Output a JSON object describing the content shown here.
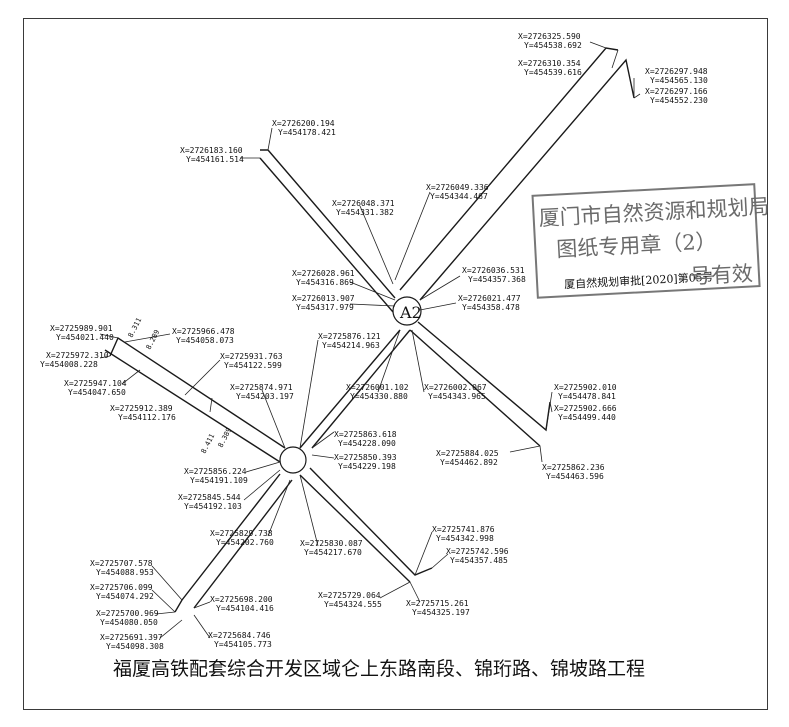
{
  "node_label": "A2",
  "caption": "福厦高铁配套综合开发区域仑上东路南段、锦珩路、锦坡路工程",
  "stamp": {
    "line1": "厦门市自然资源和规划局",
    "line2": "图纸专用章（2）",
    "line3": "号有效",
    "handwriting": "厦自然规划审批[2020]第05号"
  },
  "dimensions": [
    "8.311",
    "8.289",
    "8.411",
    "8.389"
  ],
  "points": [
    {
      "x": "X=2726325.590",
      "y": "Y=454538.692"
    },
    {
      "x": "X=2726310.354",
      "y": "Y=454539.616"
    },
    {
      "x": "X=2726297.948",
      "y": "Y=454565.130"
    },
    {
      "x": "X=2726297.166",
      "y": "Y=454552.230"
    },
    {
      "x": "X=2726200.194",
      "y": "Y=454178.421"
    },
    {
      "x": "X=2726183.160",
      "y": "Y=454161.514"
    },
    {
      "x": "X=2726049.336",
      "y": "Y=454344.467"
    },
    {
      "x": "X=2726048.371",
      "y": "Y=454331.382"
    },
    {
      "x": "X=2726036.531",
      "y": "Y=454357.368"
    },
    {
      "x": "X=2726028.961",
      "y": "Y=454316.869"
    },
    {
      "x": "X=2726021.477",
      "y": "Y=454358.478"
    },
    {
      "x": "X=2726013.907",
      "y": "Y=454317.979"
    },
    {
      "x": "X=2725989.901",
      "y": "Y=454021.440"
    },
    {
      "x": "X=2725966.478",
      "y": "Y=454058.073"
    },
    {
      "x": "X=2725972.310",
      "y": "Y=454008.228"
    },
    {
      "x": "X=2725876.121",
      "y": "Y=454214.963"
    },
    {
      "x": "X=2725931.763",
      "y": "Y=454122.599"
    },
    {
      "x": "X=2725947.104",
      "y": "Y=454047.650"
    },
    {
      "x": "X=2725874.971",
      "y": "Y=454203.197"
    },
    {
      "x": "X=2725912.389",
      "y": "Y=454112.176"
    },
    {
      "x": "X=2726001.102",
      "y": "Y=454330.880"
    },
    {
      "x": "X=2726002.067",
      "y": "Y=454343.965"
    },
    {
      "x": "X=2725902.010",
      "y": "Y=454478.841"
    },
    {
      "x": "X=2725902.666",
      "y": "Y=454499.440"
    },
    {
      "x": "X=2725863.618",
      "y": "Y=454228.090"
    },
    {
      "x": "X=2725850.393",
      "y": "Y=454229.198"
    },
    {
      "x": "X=2725884.025",
      "y": "Y=454462.892"
    },
    {
      "x": "X=2725862.236",
      "y": "Y=454463.596"
    },
    {
      "x": "X=2725856.224",
      "y": "Y=454191.109"
    },
    {
      "x": "X=2725845.544",
      "y": "Y=454192.103"
    },
    {
      "x": "X=2725829.738",
      "y": "Y=454202.760"
    },
    {
      "x": "X=2725830.087",
      "y": "Y=454217.670"
    },
    {
      "x": "X=2725741.876",
      "y": "Y=454342.998"
    },
    {
      "x": "X=2725742.596",
      "y": "Y=454357.485"
    },
    {
      "x": "X=2725707.578",
      "y": "Y=454088.953"
    },
    {
      "x": "X=2725706.099",
      "y": "Y=454074.292"
    },
    {
      "x": "X=2725698.200",
      "y": "Y=454104.416"
    },
    {
      "x": "X=2725729.064",
      "y": "Y=454324.555"
    },
    {
      "x": "X=2725715.261",
      "y": "Y=454325.197"
    },
    {
      "x": "X=2725700.969",
      "y": "Y=454080.050"
    },
    {
      "x": "X=2725691.397",
      "y": "Y=454098.308"
    },
    {
      "x": "X=2725684.746",
      "y": "Y=454105.773"
    }
  ]
}
